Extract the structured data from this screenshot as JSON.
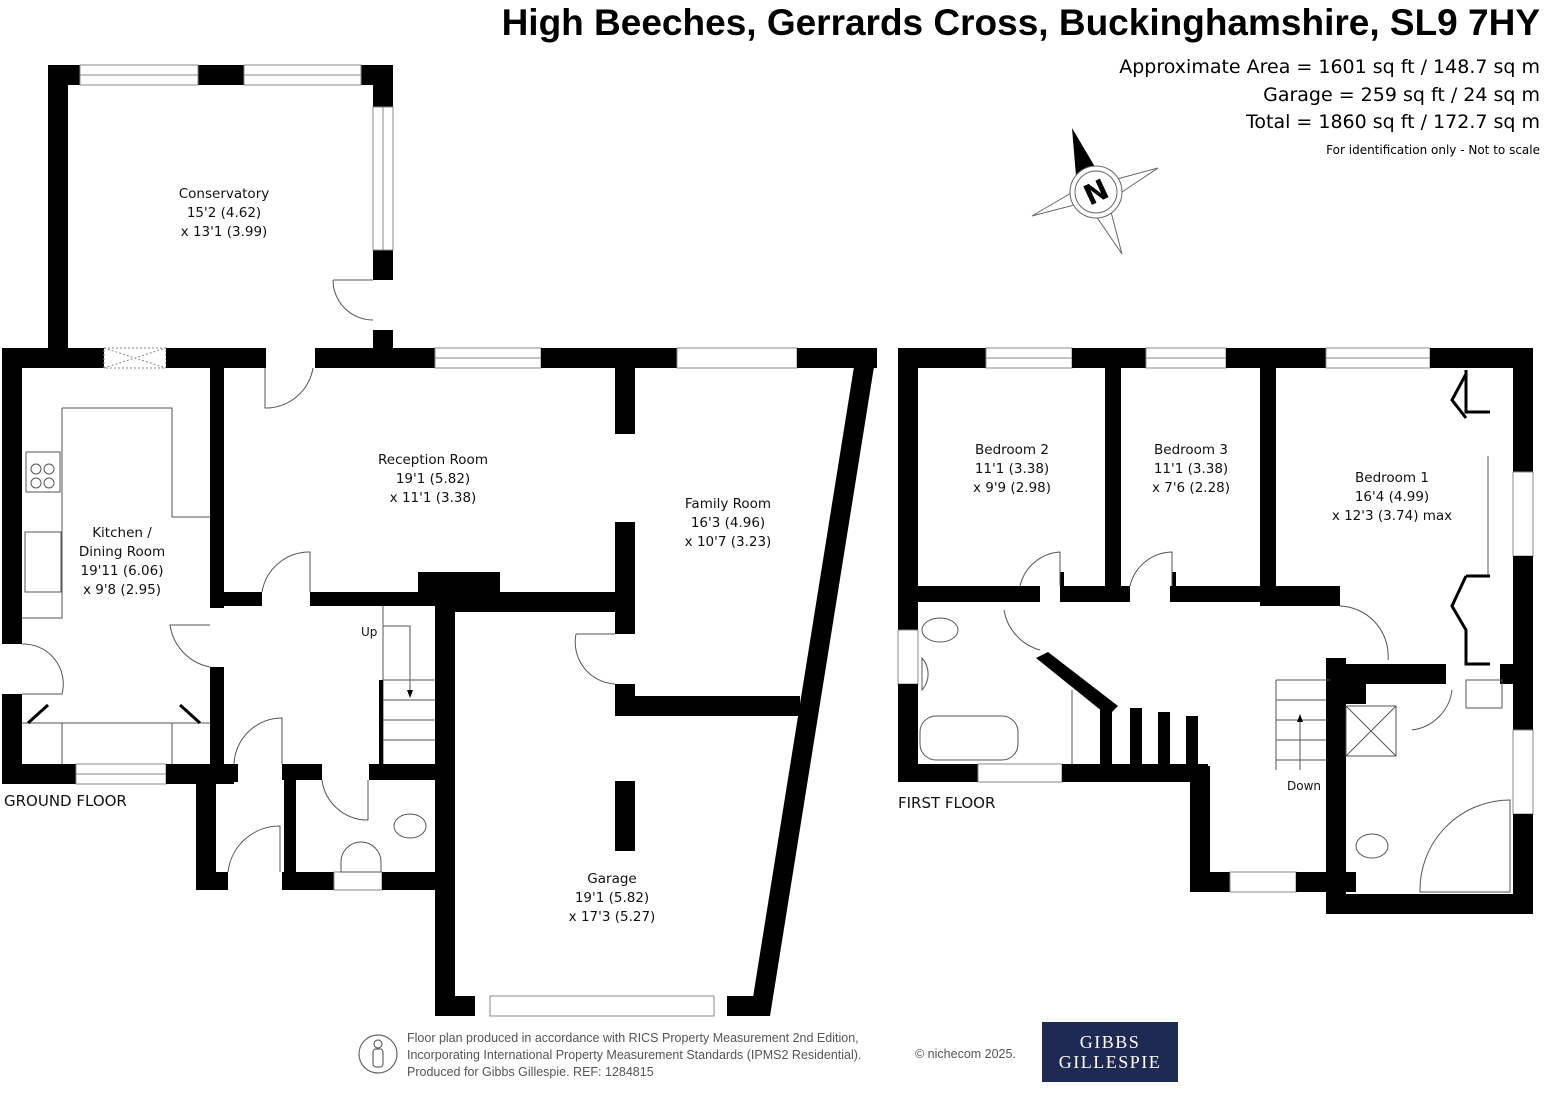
{
  "header": {
    "title": "High Beeches, Gerrards Cross, Buckinghamshire, SL9 7HY",
    "approx_area": "Approximate Area = 1601 sq ft / 148.7 sq m",
    "garage_area": "Garage = 259 sq ft / 24 sq m",
    "total_area": "Total = 1860 sq ft / 172.7 sq m",
    "disclaimer": "For identification only - Not to scale"
  },
  "compass": {
    "label": "N",
    "icon": "north-compass-icon"
  },
  "ground_floor": {
    "label": "GROUND FLOOR",
    "stairs_label": "Up",
    "rooms": [
      {
        "name": "Conservatory",
        "dim1": "15'2 (4.62)",
        "dim2": "x 13'1 (3.99)"
      },
      {
        "name": "Reception Room",
        "dim1": "19'1 (5.82)",
        "dim2": "x 11'1 (3.38)"
      },
      {
        "name": "Family Room",
        "dim1": "16'3 (4.96)",
        "dim2": "x 10'7 (3.23)"
      },
      {
        "name_line1": "Kitchen /",
        "name": "Dining Room",
        "dim1": "19'11 (6.06)",
        "dim2": "x 9'8 (2.95)"
      },
      {
        "name": "Garage",
        "dim1": "19'1 (5.82)",
        "dim2": "x 17'3 (5.27)"
      }
    ]
  },
  "first_floor": {
    "label": "FIRST FLOOR",
    "stairs_label": "Down",
    "rooms": [
      {
        "name": "Bedroom 2",
        "dim1": "11'1 (3.38)",
        "dim2": "x 9'9 (2.98)"
      },
      {
        "name": "Bedroom 3",
        "dim1": "11'1 (3.38)",
        "dim2": "x 7'6 (2.28)"
      },
      {
        "name": "Bedroom 1",
        "dim1": "16'4 (4.99)",
        "dim2": "x 12'3 (3.74) max"
      }
    ]
  },
  "footer": {
    "line1": "Floor plan produced in accordance with RICS Property Measurement 2nd Edition,",
    "line2": "Incorporating International Property Measurement Standards (IPMS2 Residential).",
    "line3": "Produced for Gibbs Gillespie.   REF:  1284815",
    "copyright": "© nichecom 2025.",
    "logo_line1": "GIBBS",
    "logo_line2": "GILLESPIE",
    "brand_color": "#1e2a52"
  }
}
